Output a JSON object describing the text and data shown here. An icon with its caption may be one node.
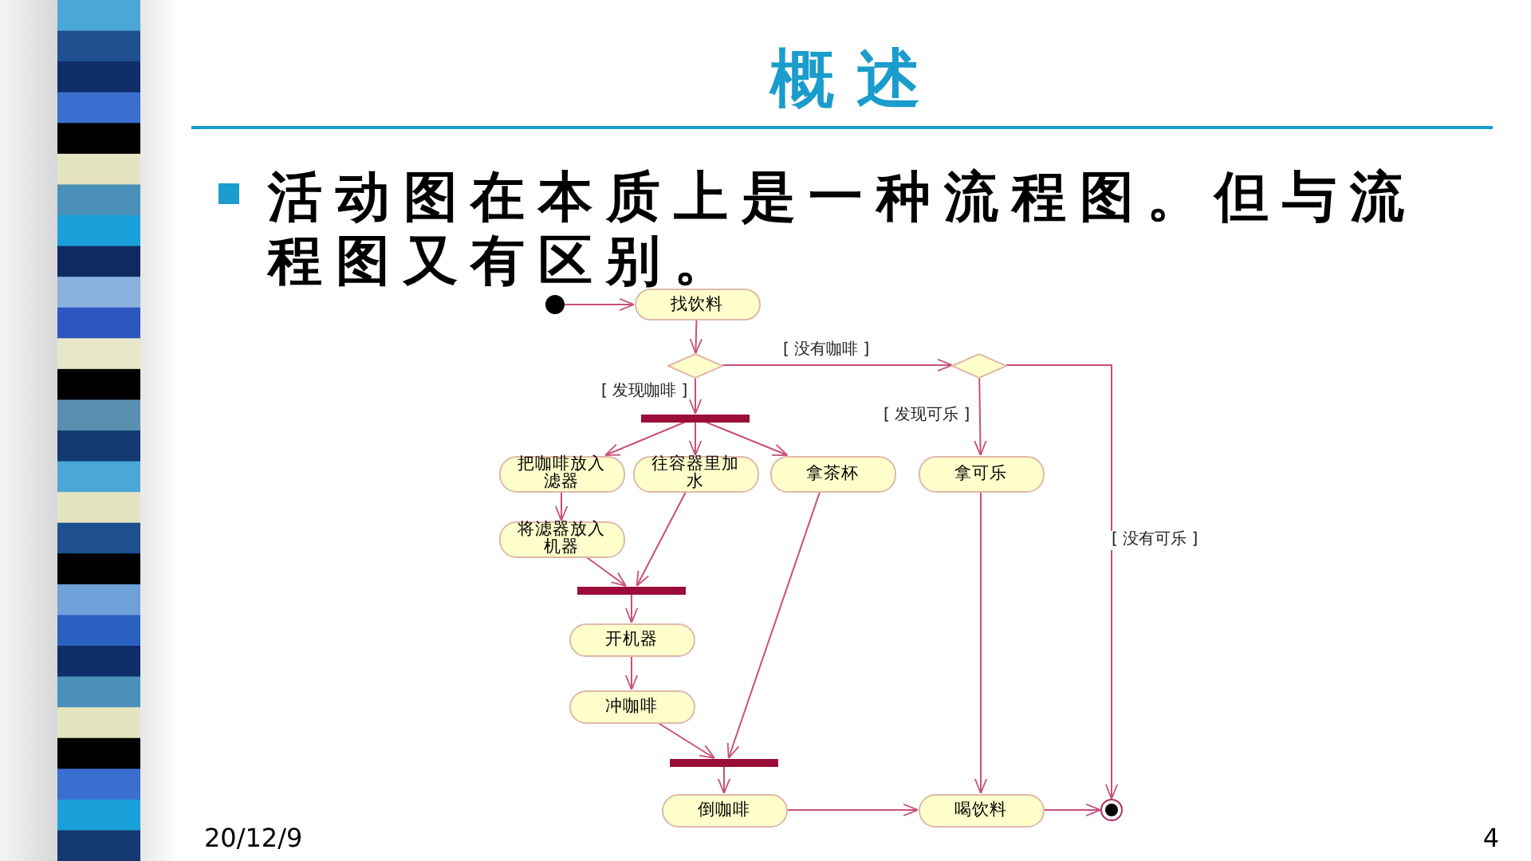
{
  "diagram": {
    "title": "概 述",
    "nodes": [
      {
        "text": [],
        "shape": "circle"
      },
      {
        "text": [
          "找饮料"
        ]
      },
      {
        "text": [],
        "shape": "diamond"
      },
      {
        "text": [],
        "shape": "diamond"
      },
      {
        "text": [],
        "shape": "bar"
      },
      {
        "text": [
          "把咖啡放入滤器"
        ]
      },
      {
        "text": [
          "往容器里加水"
        ]
      },
      {
        "text": [
          "拿茶杯"
        ]
      },
      {
        "text": [
          "拿可乐"
        ]
      },
      {
        "text": [
          "将滤器放入机器"
        ]
      },
      {
        "text": [],
        "shape": "bar"
      },
      {
        "text": [
          "开机器"
        ]
      },
      {
        "text": [
          "冲咖啡"
        ]
      },
      {
        "text": [],
        "shape": "bar"
      },
      {
        "text": [
          "倒咖啡"
        ]
      },
      {
        "text": [
          "喝饮料"
        ]
      },
      {
        "text": [],
        "shape": "circle"
      }
    ],
    "edges": [
      {
        "from": 0,
        "to": 1,
        "arrow": "to"
      },
      {
        "from": 1,
        "to": 2,
        "arrow": "to"
      },
      {
        "from": 2,
        "to": 3,
        "arrow": "to",
        "label": "[ 没有咖啡 ]"
      },
      {
        "from": 2,
        "to": 4,
        "arrow": "to",
        "label": "[ 发现咖啡 ]"
      },
      {
        "from": 4,
        "to": 5,
        "arrow": "to"
      },
      {
        "from": 4,
        "to": 6,
        "arrow": "to"
      },
      {
        "from": 4,
        "to": 7,
        "arrow": "to"
      },
      {
        "from": 3,
        "to": 8,
        "arrow": "to",
        "label": "[ 发现可乐 ]"
      },
      {
        "from": 3,
        "to": 16,
        "arrow": "to",
        "label": "[ 没有可乐 ]"
      },
      {
        "from": 5,
        "to": 9,
        "arrow": "to"
      },
      {
        "from": 9,
        "to": 10,
        "arrow": "to"
      },
      {
        "from": 6,
        "to": 10,
        "arrow": "to"
      },
      {
        "from": 10,
        "to": 11,
        "arrow": "to"
      },
      {
        "from": 11,
        "to": 12,
        "arrow": "to"
      },
      {
        "from": 12,
        "to": 13,
        "arrow": "to"
      },
      {
        "from": 7,
        "to": 13,
        "arrow": "to"
      },
      {
        "from": 13,
        "to": 14,
        "arrow": "to"
      },
      {
        "from": 14,
        "to": 15,
        "arrow": "to"
      },
      {
        "from": 8,
        "to": 15,
        "arrow": "to"
      },
      {
        "from": 15,
        "to": 16,
        "arrow": "to"
      }
    ],
    "labels": [
      "活动图在本质上是一种流程图。但与流程图又有区别。",
      "20/12/9",
      "4"
    ]
  }
}
